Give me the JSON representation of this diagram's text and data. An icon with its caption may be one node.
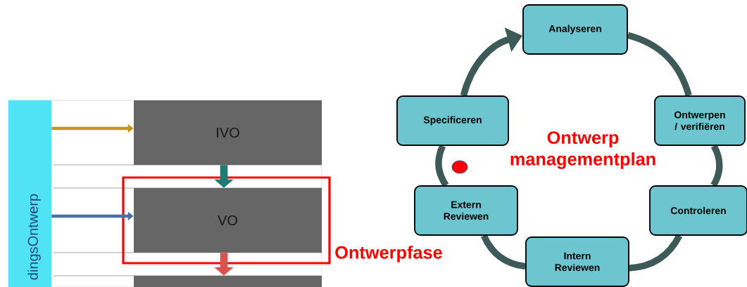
{
  "diagram": {
    "nodes": [
      {
        "text": [
          "dingsOntwerp"
        ]
      },
      {
        "text": [
          "IVO"
        ]
      },
      {
        "text": [
          "VO"
        ]
      },
      {
        "text": [],
        "shape": "box"
      },
      {
        "text": [
          "Analyseren"
        ]
      },
      {
        "text": [
          "Ontwerpen / verifiëren"
        ]
      },
      {
        "text": [
          "Controleren"
        ]
      },
      {
        "text": [
          "Intern Reviewen"
        ]
      },
      {
        "text": [
          "Extern Reviewen"
        ]
      },
      {
        "text": [
          "Specificeren"
        ]
      }
    ],
    "edges": [
      {
        "from": 0,
        "to": 1,
        "arrow": "to",
        "color": "#c8961e"
      },
      {
        "from": 0,
        "to": 2,
        "arrow": "to",
        "color": "#4a6fa5"
      },
      {
        "from": 1,
        "to": 2,
        "arrow": "to",
        "color": "#1f7a74"
      },
      {
        "from": 2,
        "to": 3,
        "arrow": "to",
        "color": "#d9534f"
      },
      {
        "from": 4,
        "to": 5,
        "arrow": "none",
        "color": "#3d5a58"
      },
      {
        "from": 5,
        "to": 6,
        "arrow": "none",
        "color": "#3d5a58"
      },
      {
        "from": 6,
        "to": 7,
        "arrow": "none",
        "color": "#3d5a58"
      },
      {
        "from": 7,
        "to": 8,
        "arrow": "none",
        "color": "#3d5a58"
      },
      {
        "from": 8,
        "to": 9,
        "arrow": "none",
        "color": "#3d5a58"
      },
      {
        "from": 9,
        "to": 4,
        "arrow": "to",
        "color": "#3d5a58"
      }
    ],
    "labels": [
      "Ontwerpfase",
      "Ontwerp managementplan"
    ]
  }
}
